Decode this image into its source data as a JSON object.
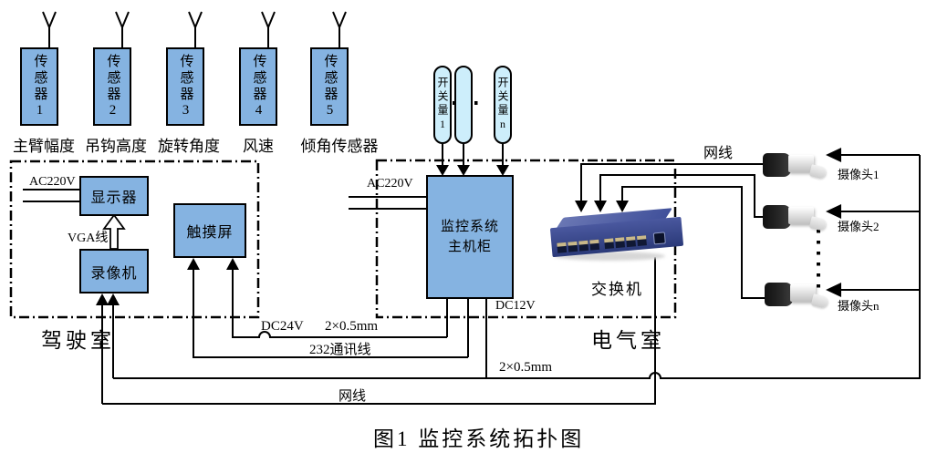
{
  "caption": "图1 监控系统拓扑图",
  "colors": {
    "device_box_fill": "#85b3e1",
    "switch_input_pill_fill": "#cdeefb",
    "network_switch_body": "#3b4a93",
    "line_color": "#000000"
  },
  "sensors": {
    "boxes": [
      "传感器1",
      "传感器2",
      "传感器3",
      "传感器4",
      "传感器5"
    ],
    "labels": [
      "主臂幅度",
      "吊钩高度",
      "旋转角度",
      "风速",
      "倾角传感器"
    ]
  },
  "driver_cab": {
    "name": "驾驶室",
    "ac_label": "AC220V",
    "display": "显示器",
    "vga_label": "VGA线",
    "recorder": "录像机",
    "touchscreen": "触摸屏"
  },
  "electrical_room": {
    "name": "电气室",
    "ac_label": "AC220V",
    "cabinet": "监控系统主机柜",
    "dc12v_label": "DC12V",
    "switch_label": "交换机",
    "di_first": "开关量1",
    "di_last": "开关量n"
  },
  "cameras": {
    "net_label": "网线",
    "labels": [
      "摄像头1",
      "摄像头2",
      "摄像头n"
    ]
  },
  "cables": {
    "dc24v": "DC24V",
    "spec_top": "2×0.5mm",
    "comm232": "232通讯线",
    "spec_bottom": "2×0.5mm",
    "net_bottom": "网线"
  }
}
